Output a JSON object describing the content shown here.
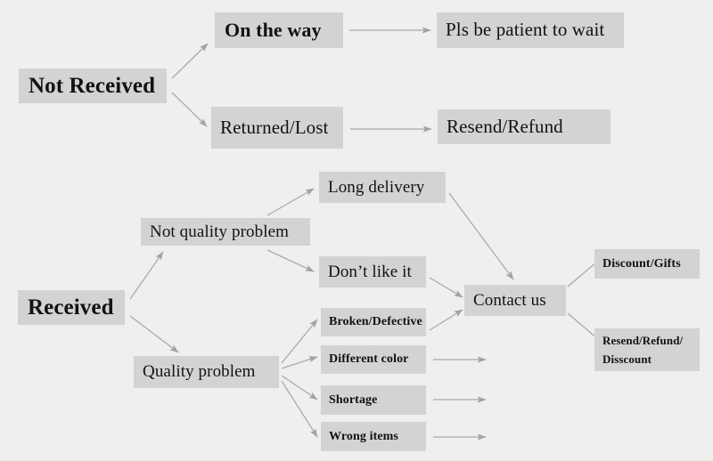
{
  "diagram": {
    "title": "Order Issue Resolution Flowchart",
    "type": "flowchart",
    "background_color": "#efefee",
    "node_fill_color": "#d3d3d2",
    "text_color": "#121210",
    "edge_color": "#a9a9a9"
  },
  "nodes": {
    "not_received": "Not Received",
    "on_the_way": "On the way",
    "returned_lost": "Returned/Lost",
    "pls_be_patient": "Pls be patient to wait",
    "resend_refund": "Resend/Refund",
    "received": "Received",
    "not_quality_problem": "Not quality problem",
    "quality_problem": "Quality problem",
    "long_delivery": "Long delivery",
    "dont_like_it": "Don’t like it",
    "broken_defective": "Broken/Defective",
    "different_color": "Different color",
    "shortage": "Shortage",
    "wrong_items": "Wrong items",
    "contact_us": "Contact us",
    "discount_gifts": "Discount/Gifts",
    "resend_refund_disscount": "Resend/Refund/\nDisscount"
  },
  "edges": [
    {
      "from": "not_received",
      "to": "on_the_way"
    },
    {
      "from": "not_received",
      "to": "returned_lost"
    },
    {
      "from": "on_the_way",
      "to": "pls_be_patient"
    },
    {
      "from": "returned_lost",
      "to": "resend_refund"
    },
    {
      "from": "received",
      "to": "not_quality_problem"
    },
    {
      "from": "received",
      "to": "quality_problem"
    },
    {
      "from": "not_quality_problem",
      "to": "long_delivery"
    },
    {
      "from": "not_quality_problem",
      "to": "dont_like_it"
    },
    {
      "from": "quality_problem",
      "to": "broken_defective"
    },
    {
      "from": "quality_problem",
      "to": "different_color"
    },
    {
      "from": "quality_problem",
      "to": "shortage"
    },
    {
      "from": "quality_problem",
      "to": "wrong_items"
    },
    {
      "from": "long_delivery",
      "to": "contact_us"
    },
    {
      "from": "dont_like_it",
      "to": "contact_us"
    },
    {
      "from": "broken_defective",
      "to": "contact_us"
    },
    {
      "from": "different_color",
      "to": "contact_us"
    },
    {
      "from": "shortage",
      "to": "contact_us"
    },
    {
      "from": "wrong_items",
      "to": "contact_us"
    },
    {
      "from": "contact_us",
      "to": "discount_gifts"
    },
    {
      "from": "contact_us",
      "to": "resend_refund_disscount"
    }
  ]
}
